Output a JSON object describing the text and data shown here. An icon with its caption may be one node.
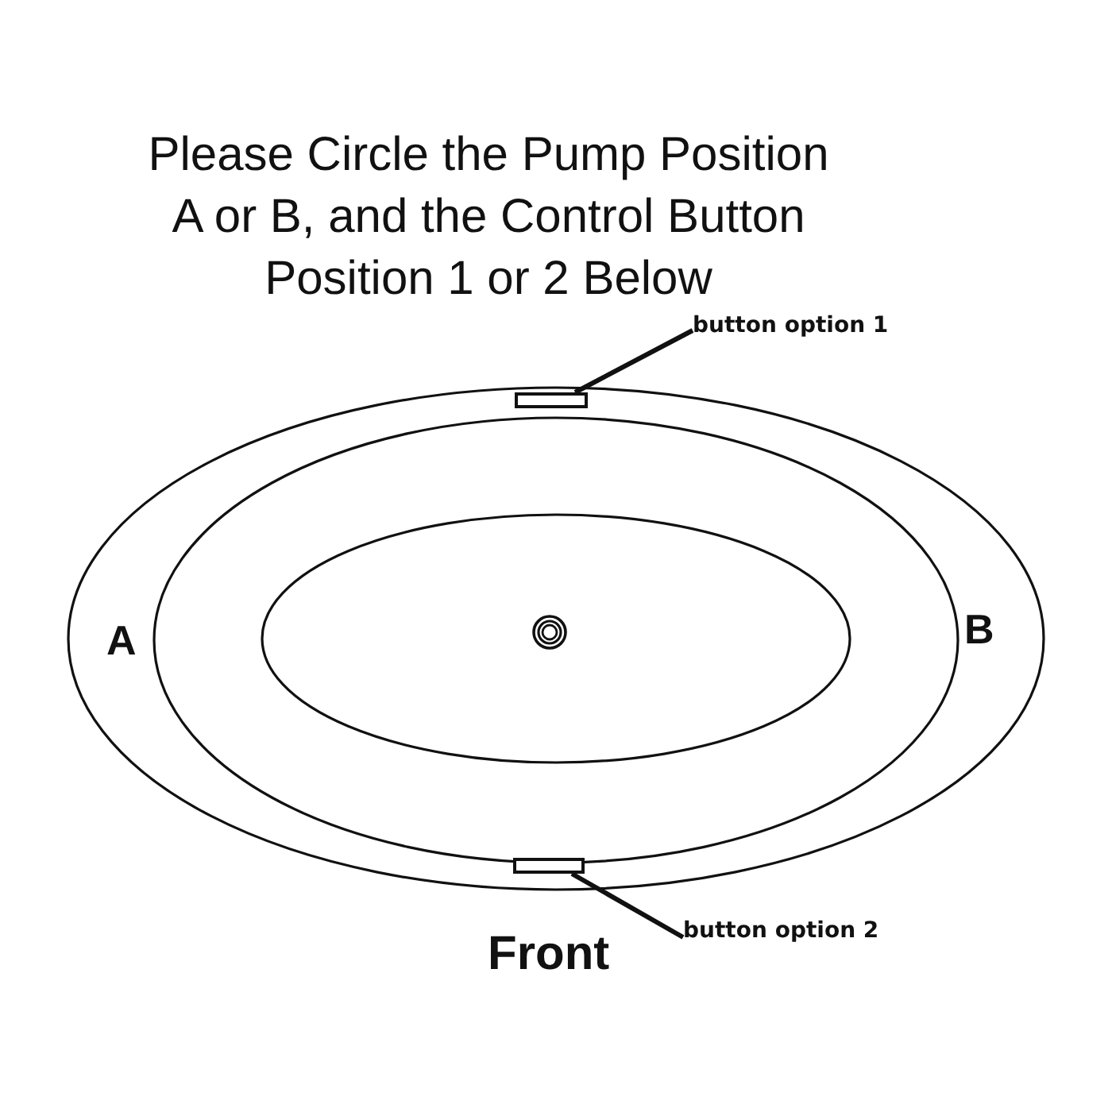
{
  "diagram": {
    "title": "Please Circle the Pump Position A or B, and the Control Button Position 1 or 2 Below",
    "nodes": [
      {
        "text": [
          "button option 1"
        ]
      },
      {
        "text": [],
        "shape": "box"
      },
      {
        "text": [],
        "shape": "box"
      },
      {
        "text": [
          "button option 2"
        ]
      }
    ],
    "edges": [
      {
        "from": 0,
        "to": 1,
        "arrow": "none"
      },
      {
        "from": 3,
        "to": 2,
        "arrow": "none"
      }
    ],
    "labels": [
      "A",
      "B",
      "Front"
    ]
  }
}
